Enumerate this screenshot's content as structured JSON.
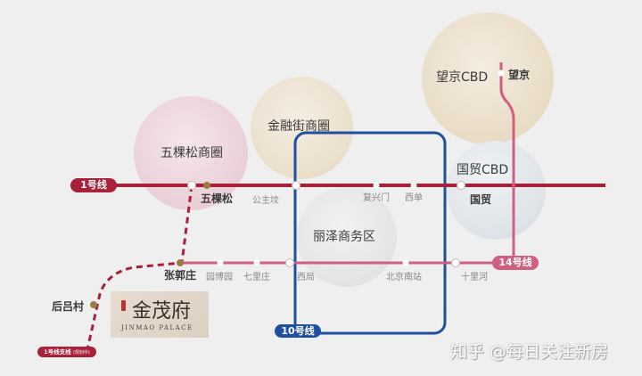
{
  "areas": {
    "wukesong": "五棵松商圈",
    "jinrongjie": "金融街商圈",
    "wangjing": "望京CBD",
    "guomao": "国贸CBD",
    "lize": "丽泽商务区"
  },
  "lines": {
    "line1": {
      "label": "1号线",
      "color": "#a8203a"
    },
    "line10": {
      "label": "10号线",
      "color": "#1f4fa0"
    },
    "line14": {
      "label": "14号线",
      "color": "#d06080"
    },
    "line1_branch": {
      "label": "1号线支线",
      "note": "(规划中)",
      "color": "#a8203a"
    }
  },
  "stations": {
    "wukesong": "五棵松",
    "gongzhufen": "公主坟",
    "fuxingmen": "复兴门",
    "xidan": "西单",
    "guomao": "国贸",
    "zhangguozhuang": "张郭庄",
    "yuanboyuan": "园博园",
    "qilizhuang": "七里庄",
    "xiju": "西局",
    "beijingnanzhan": "北京南站",
    "shilihe": "十里河",
    "wangjing": "望京",
    "houlvcun": "后吕村"
  },
  "logo": {
    "cn": "金茂府",
    "en": "JINMAO  PALACE"
  },
  "watermark": "知乎 @每日关注新房",
  "colors": {
    "station_major": "#9c7a48",
    "background": "#efefef"
  }
}
